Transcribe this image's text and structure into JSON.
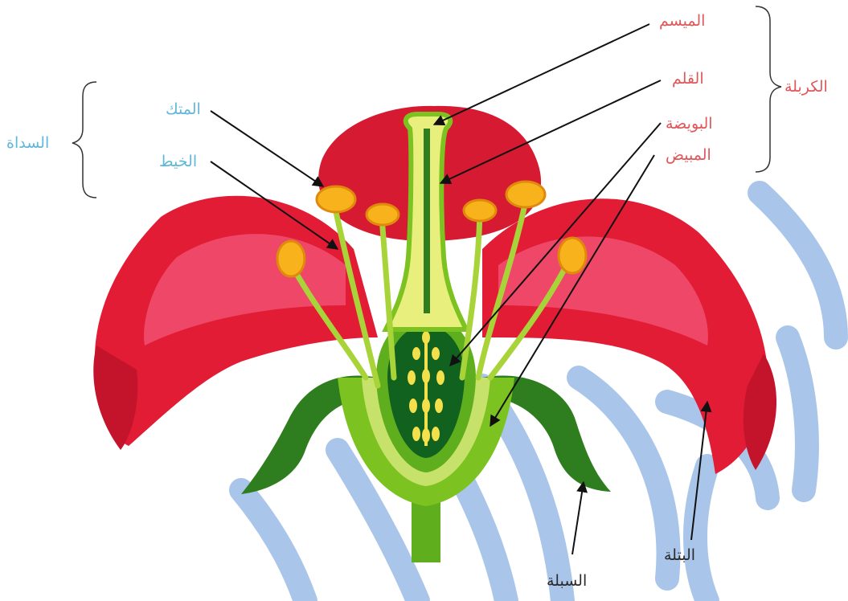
{
  "colors": {
    "petal": "#e21c35",
    "petal_light": "#f2557a",
    "sepal": "#2e7d1e",
    "green_light": "#c7e26a",
    "green_mid": "#7cc220",
    "ovary_dark": "#11621f",
    "anther": "#f7b21c",
    "pistil_labels": "#e0575b",
    "stamen_labels": "#5fb8d9",
    "other_labels": "#2b2b2b",
    "watermark": "#a9c6ea"
  },
  "labels": {
    "stigma": "الميسم",
    "style": "القلم",
    "ovule": "البويضة",
    "ovary": "المبيض",
    "carpel": "الكربلة",
    "anther": "المتك",
    "filament": "الخيط",
    "stamen": "السداة",
    "sepal": "السبلة",
    "petal": "البتلة"
  }
}
